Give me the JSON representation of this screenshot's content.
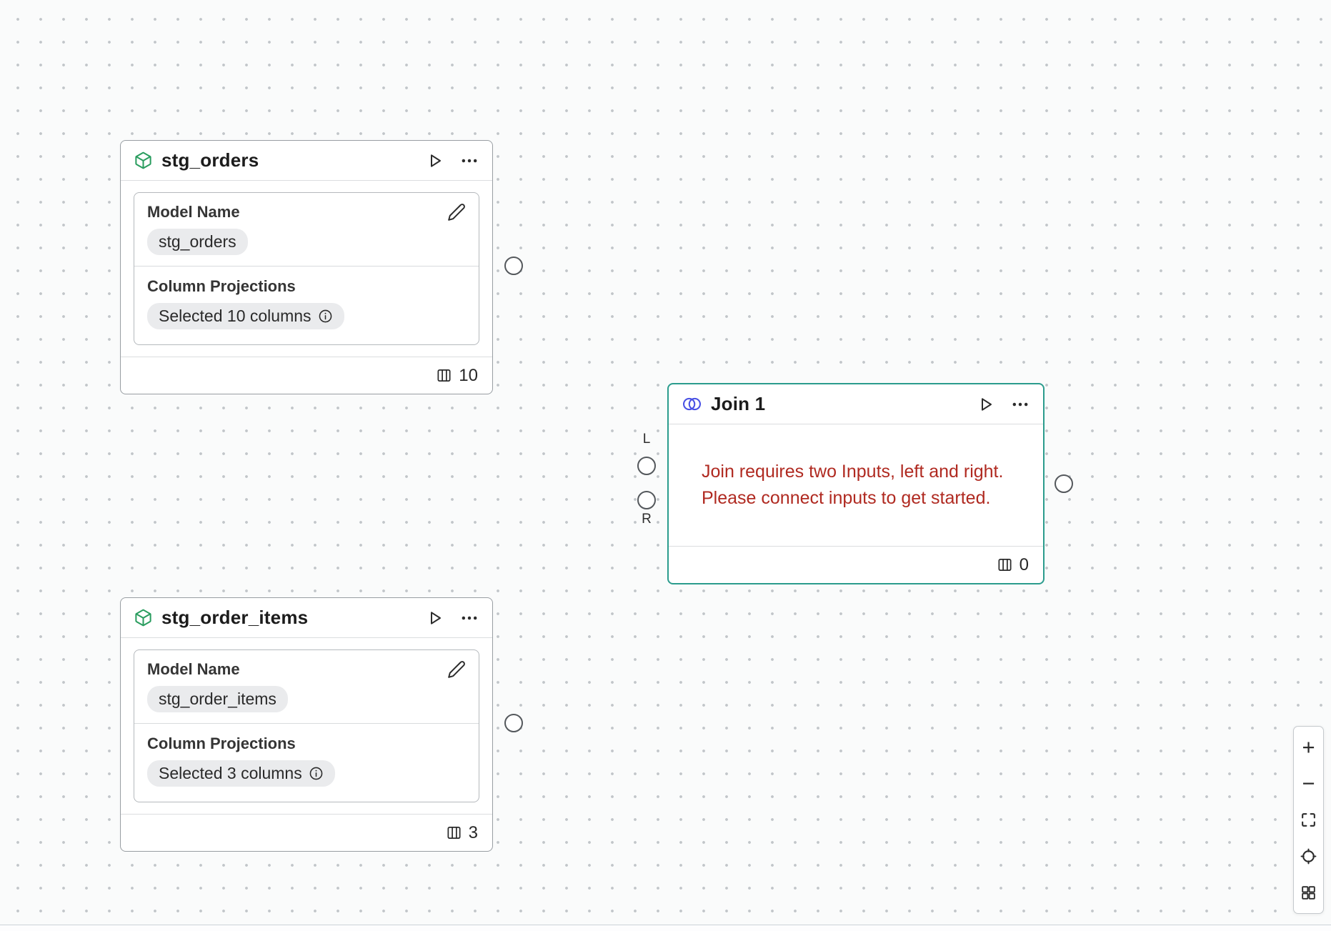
{
  "canvas": {
    "background": "#fafbfb",
    "dot_color": "#c2c6ca"
  },
  "nodes": {
    "stg_orders": {
      "title": "stg_orders",
      "model_name_label": "Model Name",
      "model_name_value": "stg_orders",
      "column_projections_label": "Column Projections",
      "column_projections_value": "Selected 10 columns",
      "column_count": "10"
    },
    "join1": {
      "title": "Join 1",
      "error_line1": "Join requires two Inputs, left and right.",
      "error_line2": "Please connect inputs to get started.",
      "column_count": "0",
      "left_port_label": "L",
      "right_port_label": "R"
    },
    "stg_order_items": {
      "title": "stg_order_items",
      "model_name_label": "Model Name",
      "model_name_value": "stg_order_items",
      "column_projections_label": "Column Projections",
      "column_projections_value": "Selected 3 columns",
      "column_count": "3"
    }
  },
  "toolbar": {
    "zoom_in_label": "+",
    "zoom_out_label": "−"
  },
  "colors": {
    "model_icon_green": "#2a9d5f",
    "join_icon_indigo": "#4850e4",
    "selected_node_border": "#2b9c8d",
    "error_text_red": "#b02a21",
    "pill_background": "#eaebed",
    "node_border_gray": "#989da2"
  },
  "icons": {
    "model": "cube-icon",
    "join": "venn-circles-icon",
    "run": "play-icon",
    "menu": "ellipsis-icon",
    "edit": "pencil-icon",
    "info": "info-circle-icon",
    "columns": "table-columns-icon",
    "fit_view": "corner-brackets-icon",
    "center": "target-icon",
    "overview": "grid-squares-icon"
  }
}
